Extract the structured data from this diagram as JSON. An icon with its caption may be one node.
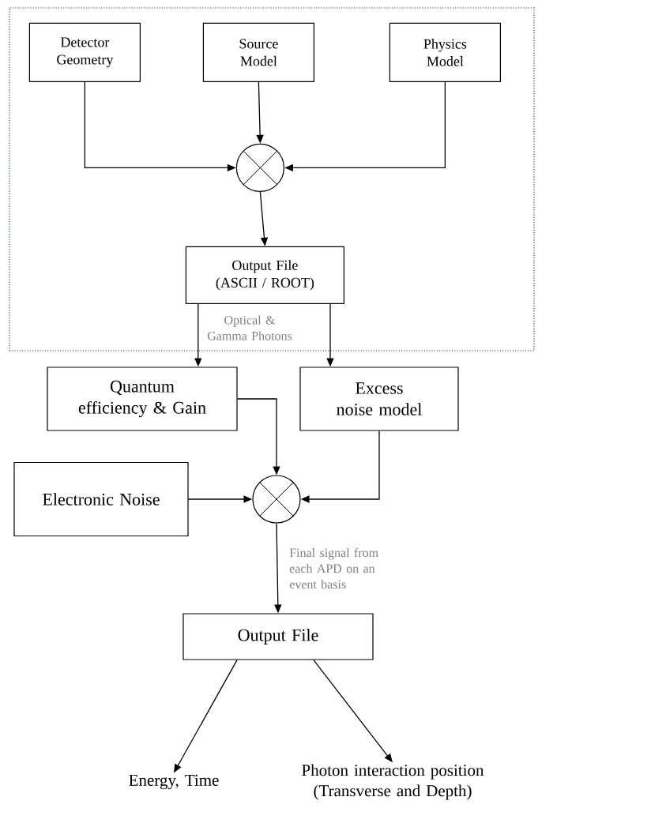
{
  "diagram": {
    "nodes": [
      {
        "text": [],
        "shape": "box"
      },
      {
        "text": [
          "Detector Geometry"
        ],
        "in": 0
      },
      {
        "text": [
          "Source Model"
        ],
        "in": 0
      },
      {
        "text": [
          "Physics Model"
        ],
        "in": 0
      },
      {
        "text": [],
        "shape": "circle",
        "in": 0
      },
      {
        "text": [
          "Output File (ASCII / ROOT)"
        ],
        "in": 0
      },
      {
        "text": [
          "Quantum efficiency & Gain"
        ]
      },
      {
        "text": [
          "Excess noise model"
        ]
      },
      {
        "text": [
          "Electronic Noise"
        ]
      },
      {
        "text": [],
        "shape": "circle"
      },
      {
        "text": [
          "Output File"
        ]
      },
      {
        "text": [
          "Energy, Time"
        ]
      },
      {
        "text": [
          "Photon interaction position (Transverse and Depth)"
        ]
      }
    ],
    "edges": [
      {
        "from": 1,
        "to": 4,
        "arrow": "to"
      },
      {
        "from": 2,
        "to": 4,
        "arrow": "to"
      },
      {
        "from": 3,
        "to": 4,
        "arrow": "to"
      },
      {
        "from": 4,
        "to": 5,
        "arrow": "to"
      },
      {
        "from": 5,
        "to": 6,
        "arrow": "to"
      },
      {
        "from": 5,
        "to": 7,
        "arrow": "to"
      },
      {
        "from": 6,
        "to": 9,
        "arrow": "to"
      },
      {
        "from": 7,
        "to": 9,
        "arrow": "to"
      },
      {
        "from": 8,
        "to": 9,
        "arrow": "to"
      },
      {
        "from": 9,
        "to": 10,
        "arrow": "to",
        "label": "Final signal from each APD on an event basis"
      },
      {
        "from": 10,
        "to": 11,
        "arrow": "to"
      },
      {
        "from": 10,
        "to": 12,
        "arrow": "to"
      }
    ],
    "labels": [
      "Optical & Gamma Photons"
    ]
  }
}
